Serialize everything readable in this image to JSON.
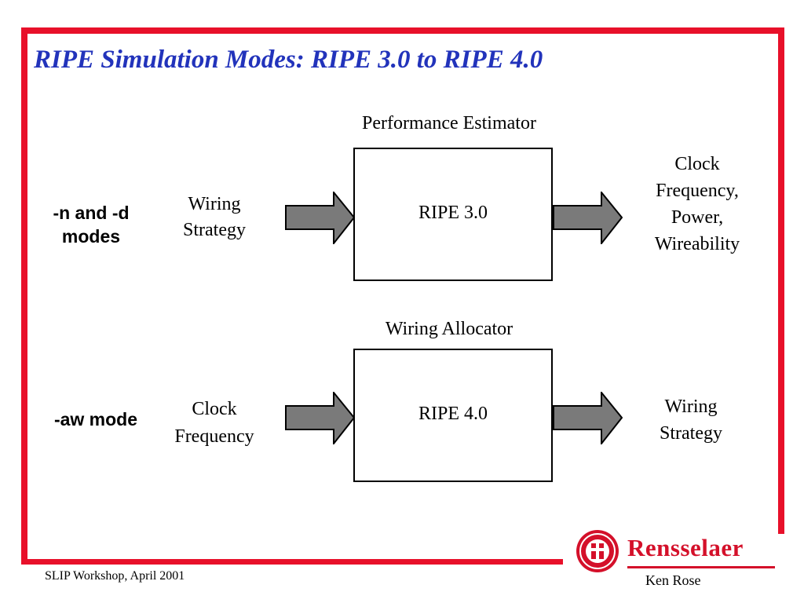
{
  "slide": {
    "title": "RIPE Simulation Modes: RIPE 3.0 to RIPE 4.0",
    "colors": {
      "frame": "#e8102a",
      "title": "#2233bb",
      "arrow_fill": "#7a7a7a",
      "logo": "#d4102a"
    }
  },
  "diagram": {
    "row1": {
      "mode_line1": "-n and -d",
      "mode_line2": "modes",
      "input_line1": "Wiring",
      "input_line2": "Strategy",
      "box_title": "Performance Estimator",
      "box_label": "RIPE 3.0",
      "output_line1": "Clock",
      "output_line2": "Frequency,",
      "output_line3": "Power,",
      "output_line4": "Wireability",
      "arrow_icon": "right-arrow-icon"
    },
    "row2": {
      "mode_line1": "-aw mode",
      "input_line1": "Clock",
      "input_line2": "Frequency",
      "box_title": "Wiring Allocator",
      "box_label": "RIPE 4.0",
      "output_line1": "Wiring",
      "output_line2": "Strategy",
      "arrow_icon": "right-arrow-icon"
    }
  },
  "footer": {
    "left": "SLIP Workshop, April 2001",
    "right": "Ken Rose",
    "logo_text": "Rensselaer",
    "logo_icon": "rensselaer-seal-icon"
  }
}
